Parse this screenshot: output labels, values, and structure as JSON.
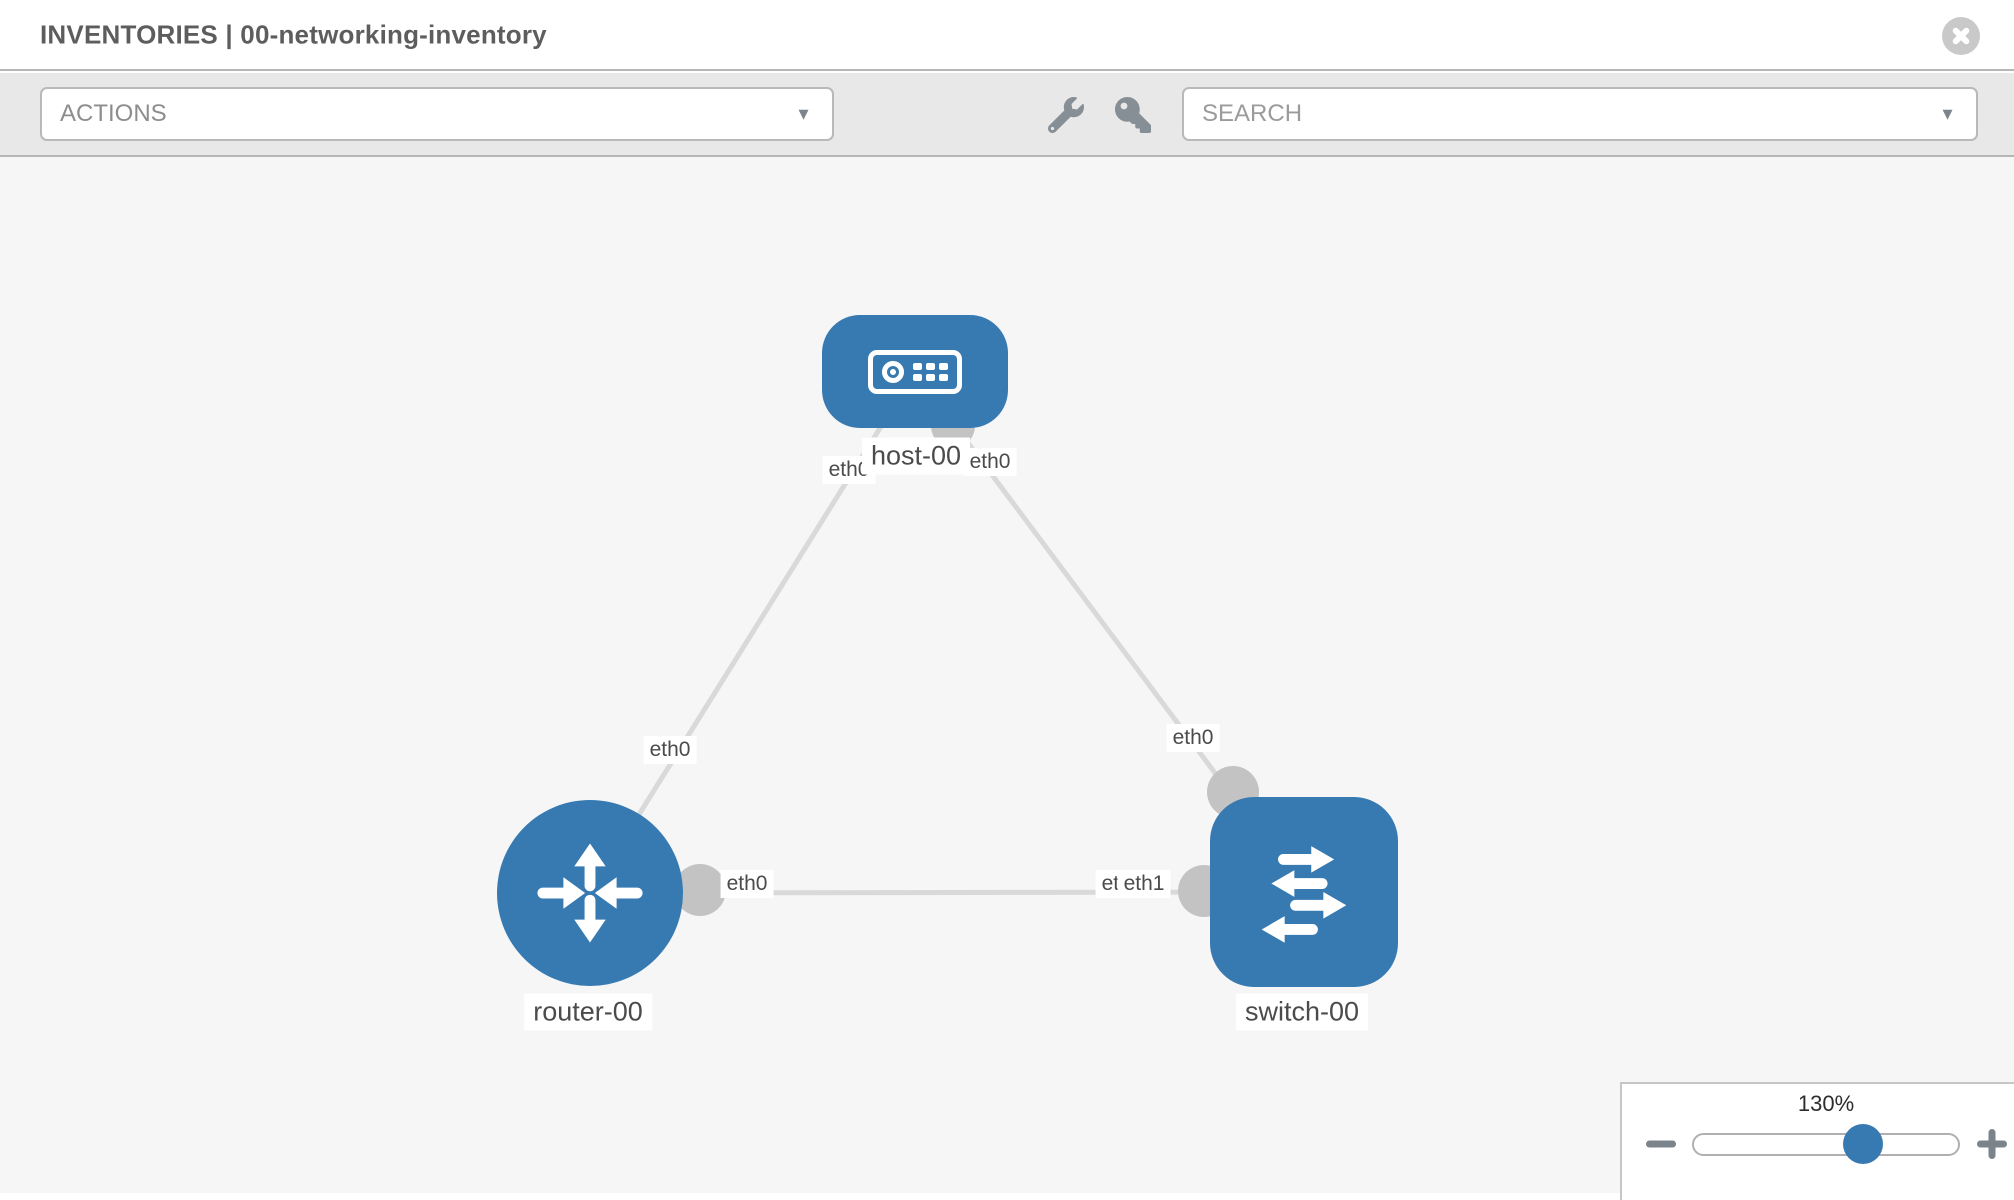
{
  "header": {
    "title": "INVENTORIES | 00-networking-inventory"
  },
  "toolbar": {
    "actions_label": "ACTIONS",
    "search_placeholder": "SEARCH",
    "caret": "▼",
    "icons": [
      "wrench-icon",
      "key-icon"
    ]
  },
  "graph": {
    "nodes": [
      {
        "label": "host-00",
        "type": "host"
      },
      {
        "label": "router-00",
        "type": "router"
      },
      {
        "label": "switch-00",
        "type": "switch"
      }
    ],
    "links": [
      {
        "source": "host-00",
        "target": "router-00",
        "source_interface": "eth0",
        "target_interface": "eth0"
      },
      {
        "source": "host-00",
        "target": "switch-00",
        "source_interface": "eth0",
        "target_interface": "eth0"
      },
      {
        "source": "router-00",
        "target": "switch-00",
        "source_interface": "eth0",
        "target_interface": "eth1",
        "occluded_interface_label": "eth0"
      }
    ]
  },
  "zoom_control": {
    "level": "130%"
  },
  "colors": {
    "node_blue": "#377ab2",
    "link_gray": "#d9d9d9",
    "connection_point_gray": "#c3c3c3",
    "canvas_bg": "#f6f6f6",
    "toolbar_bg": "#e8e8e8",
    "border_gray": "#b6b6b6"
  }
}
